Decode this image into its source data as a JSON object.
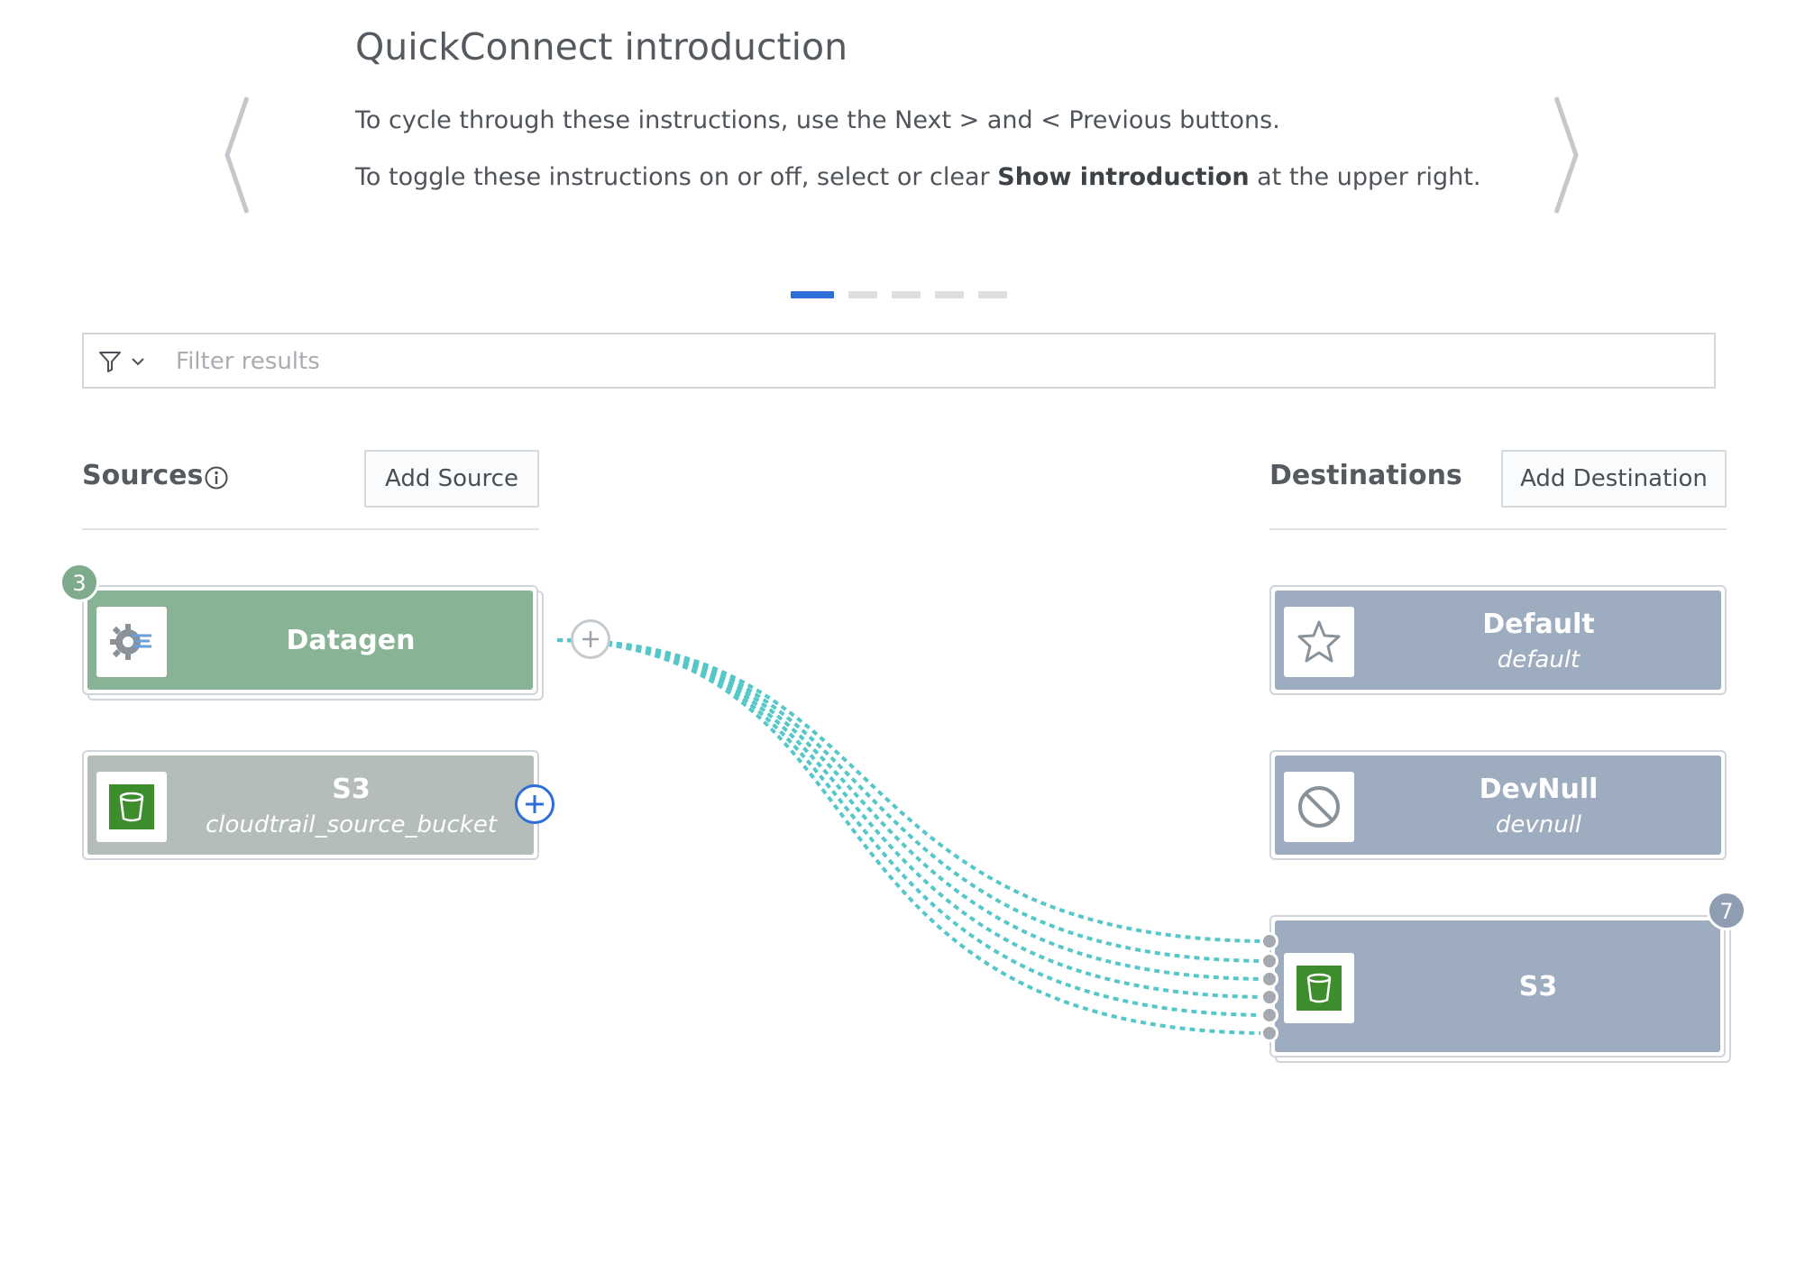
{
  "intro": {
    "title": "QuickConnect introduction",
    "line1": "To cycle through these instructions, use the Next > and < Previous buttons.",
    "line2_pre": "To toggle these instructions on or off, select or clear ",
    "line2_bold": "Show introduction",
    "line2_post": " at the upper right.",
    "active_step": 1,
    "step_count": 5
  },
  "filter": {
    "placeholder": "Filter results"
  },
  "sources": {
    "heading": "Sources",
    "add_label": "Add Source",
    "items": [
      {
        "title": "Datagen",
        "subtitle": "",
        "badge": "3",
        "icon": "datagen-gear-icon"
      },
      {
        "title": "S3",
        "subtitle": "cloudtrail_source_bucket",
        "icon": "s3-bucket-icon"
      }
    ]
  },
  "destinations": {
    "heading": "Destinations",
    "add_label": "Add Destination",
    "items": [
      {
        "title": "Default",
        "subtitle": "default",
        "icon": "star-icon"
      },
      {
        "title": "DevNull",
        "subtitle": "devnull",
        "icon": "no-entry-icon"
      },
      {
        "title": "S3",
        "subtitle": "",
        "badge": "7",
        "icon": "s3-bucket-icon"
      }
    ]
  },
  "colors": {
    "source_active": "#88b395",
    "source_inactive": "#b5bdb8",
    "destination": "#9eacbf",
    "connection": "#55c7c8",
    "accent": "#2d6fd6"
  }
}
